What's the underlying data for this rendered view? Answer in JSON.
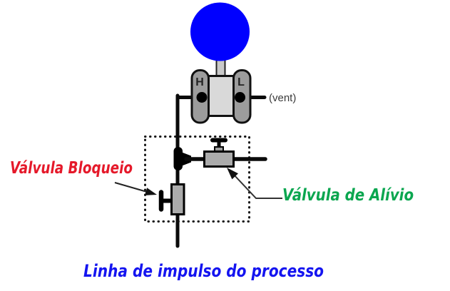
{
  "diagram": {
    "caption": "Linha de impulso do processo",
    "labels": {
      "block_valve": "Válvula Bloqueio",
      "relief_valve": "Válvula de Alívio",
      "vent": "(vent)",
      "high_port": "H",
      "low_port": "L"
    },
    "colors": {
      "indicator_blue": "#0000ff",
      "block_valve_label": "#e5192a",
      "relief_valve_label": "#0aa64f",
      "caption_blue": "#1414f0",
      "capsule_gray": "#9c9c9c",
      "body_gray": "#d9d9d9",
      "valve_gray": "#ababab",
      "neck_gray": "#c9c9c9",
      "line_black": "#0a0a0a"
    }
  }
}
